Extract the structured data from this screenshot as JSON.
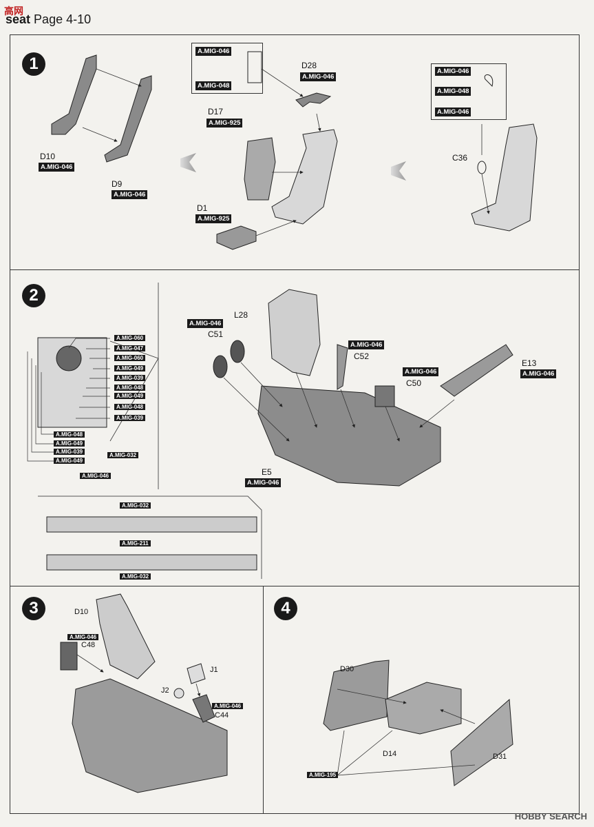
{
  "header": {
    "title_bold": "seat",
    "title_rest": "Page 4-10",
    "logo_a": "高",
    "logo_b": "网"
  },
  "steps": [
    "1",
    "2",
    "3",
    "4"
  ],
  "step1": {
    "parts": {
      "d10": "D10",
      "d9": "D9",
      "d17": "D17",
      "d1": "D1",
      "d28": "D28",
      "c36": "C36"
    },
    "paints": {
      "d10": "A.MIG-046",
      "d9": "A.MIG-046",
      "d17": "A.MIG-925",
      "d1": "A.MIG-925",
      "d28": "A.MIG-046",
      "box_a1": "A.MIG-046",
      "box_a2": "A.MIG-048",
      "box_b1": "A.MIG-046",
      "box_b2": "A.MIG-048",
      "box_b3": "A.MIG-046"
    }
  },
  "step2": {
    "parts": {
      "l28": "L28",
      "c51": "C51",
      "c52": "C52",
      "c50": "C50",
      "e13": "E13",
      "e5": "E5"
    },
    "paints": {
      "c51": "A.MIG-046",
      "c52": "A.MIG-046",
      "c50": "A.MIG-046",
      "e13": "A.MIG-046",
      "e5": "A.MIG-046"
    },
    "panel_right": [
      "A.MIG-060",
      "A.MIG-047",
      "A.MIG-060",
      "A.MIG-049",
      "A.MIG-039",
      "A.MIG-048",
      "A.MIG-049",
      "A.MIG-048",
      "A.MIG-039"
    ],
    "panel_left": [
      "A.MIG-048",
      "A.MIG-049",
      "A.MIG-039",
      "A.MIG-049"
    ],
    "panel_extra": [
      "A.MIG-032",
      "A.MIG-046"
    ],
    "consoles": [
      "A.MIG-032",
      "A.MIG-211",
      "A.MIG-032"
    ]
  },
  "step3": {
    "parts": {
      "d10": "D10",
      "c48": "C48",
      "j1": "J1",
      "j2": "J2",
      "c44": "C44"
    },
    "paints": {
      "c48": "A.MIG-046",
      "c44": "A.MIG-046"
    }
  },
  "step4": {
    "parts": {
      "d30": "D30",
      "d14": "D14",
      "d31": "D31"
    },
    "paints": {
      "common": "A.MIG-195"
    }
  },
  "footer": "HOBBY SEARCH"
}
